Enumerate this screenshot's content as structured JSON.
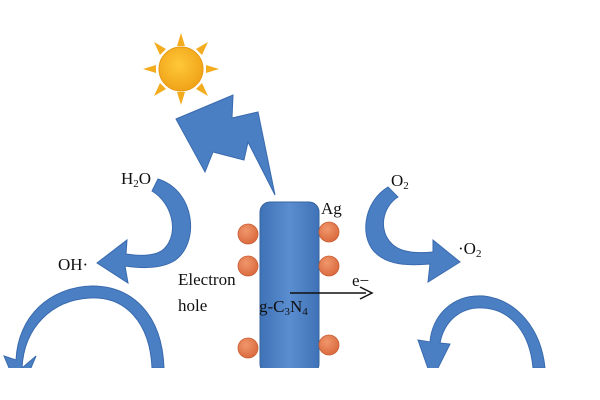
{
  "labels": {
    "h2o": {
      "main": "H",
      "sub": "2",
      "tail": "O"
    },
    "oh": "OH·",
    "o2": {
      "main": "O",
      "sub": "2"
    },
    "superoxide": {
      "main": "·O",
      "sub": "2"
    },
    "ag": "Ag",
    "electron": "Electron",
    "hole": "hole",
    "electron_symbol": "e−",
    "semiconductor": {
      "p1": "g-C",
      "s1": "3",
      "p2": "N",
      "s2": "4"
    }
  },
  "colors": {
    "sun": "#F3AC1D",
    "sun_ray": "#F3AC1D",
    "lightning": "#4A7FC4",
    "arrow": "#4A7FC4",
    "bar": "#4A7FC4",
    "ag_particle": "#E47A4E",
    "text": "#111111"
  },
  "icons": {
    "sun": "sun-icon",
    "lightning": "lightning-bolt-icon"
  }
}
